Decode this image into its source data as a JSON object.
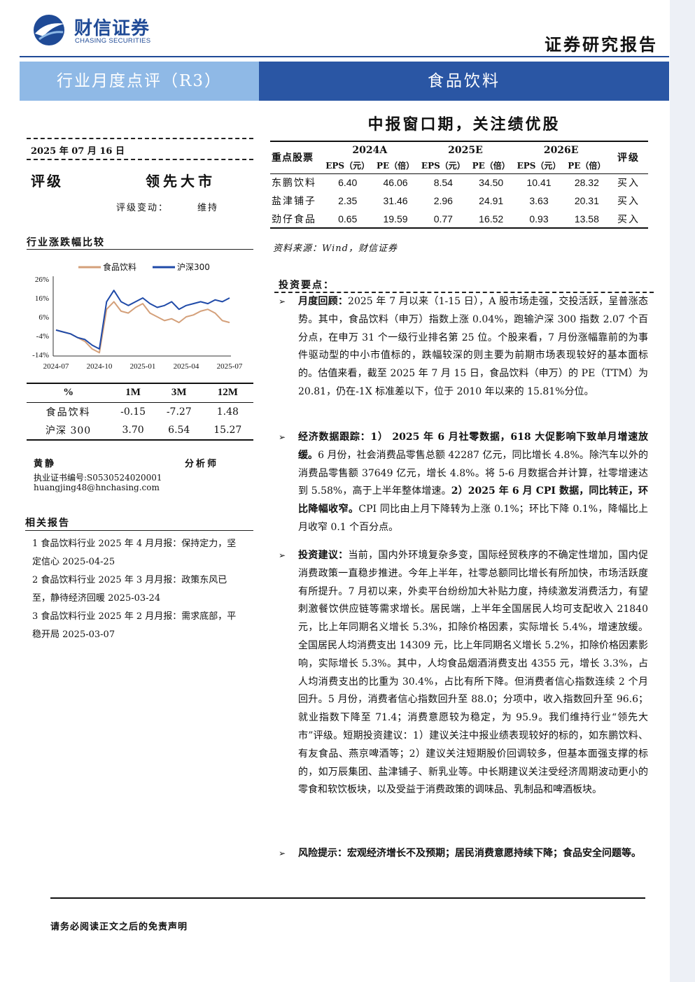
{
  "header": {
    "logo_cn": "财信证券",
    "logo_en": "CHASING SECURITIES",
    "report_kind": "证券研究报告",
    "banner_left": "行业月度点评（R3）",
    "banner_right": "食品饮料",
    "headline": "中报窗口期，关注绩优股"
  },
  "sidebar": {
    "date": "2025 年 07 月 16 日",
    "rating_label": "评级",
    "rating_value": "领先大市",
    "change_label": "评级变动：",
    "change_value": "维持",
    "chart_title": "行业涨跌幅比较",
    "perf_table": {
      "header": [
        "%",
        "1M",
        "3M",
        "12M"
      ],
      "rows": [
        {
          "name": "食品饮料",
          "m1": "-0.15",
          "m3": "-7.27",
          "m12": "1.48"
        },
        {
          "name": "沪深 300",
          "m1": "3.70",
          "m3": "6.54",
          "m12": "15.27"
        }
      ]
    },
    "analyst": {
      "name": "黄静",
      "role": "分析师",
      "cert": "执业证书编号:S0530524020001",
      "email": "huangjing48@hnchasing.com"
    },
    "related_title": "相关报告",
    "related": [
      "1 食品饮料行业 2025 年 4 月月报：保持定力，坚定信心 2025-04-25",
      "2 食品饮料行业 2025 年 3 月月报：政策东风已至，静待经济回暖 2025-03-24",
      "3 食品饮料行业 2025 年 2 月月报：需求底部，平稳开局 2025-03-07"
    ]
  },
  "chart_data": {
    "type": "line",
    "title": "",
    "x_ticks": [
      "2024-07",
      "2024-10",
      "2025-01",
      "2025-04",
      "2025-07"
    ],
    "y_ticks": [
      "26%",
      "16%",
      "6%",
      "-4%",
      "-14%"
    ],
    "ylim": [
      -14,
      26
    ],
    "grid": false,
    "legend_position": "top",
    "series": [
      {
        "name": "食品饮料",
        "color": "#d4a07a",
        "x": [
          0,
          0.5,
          1,
          1.5,
          2,
          2.5,
          3,
          3.5,
          4,
          4.5,
          5,
          5.5,
          6,
          6.5,
          7,
          7.5,
          8,
          8.5,
          9,
          9.5,
          10,
          10.5,
          11,
          11.5,
          12
        ],
        "values": [
          -1,
          -2,
          -3,
          -5,
          -7,
          -11,
          -13,
          10,
          14,
          9,
          8,
          11,
          13,
          8,
          6,
          4,
          5,
          3,
          6,
          7,
          9,
          10,
          8,
          4,
          3
        ]
      },
      {
        "name": "沪深300",
        "color": "#1f4aa8",
        "x": [
          0,
          0.5,
          1,
          1.5,
          2,
          2.5,
          3,
          3.5,
          4,
          4.5,
          5,
          5.5,
          6,
          6.5,
          7,
          7.5,
          8,
          8.5,
          9,
          9.5,
          10,
          10.5,
          11,
          11.5,
          12
        ],
        "values": [
          -1,
          -2,
          -3,
          -5,
          -6,
          -9,
          -11,
          14,
          20,
          14,
          12,
          14,
          16,
          13,
          11,
          12,
          14,
          10,
          12,
          13,
          14,
          13,
          15,
          14,
          16
        ]
      }
    ]
  },
  "stock_table": {
    "label": "重点股票",
    "years": [
      "2024A",
      "2025E",
      "2026E"
    ],
    "rating_head": "评级",
    "eps_label": "EPS（元）",
    "pe_label": "PE（倍）",
    "rows": [
      {
        "name": "东鹏饮料",
        "vals": [
          "6.40",
          "46.06",
          "8.54",
          "34.50",
          "10.41",
          "28.32"
        ],
        "rating": "买入"
      },
      {
        "name": "盐津铺子",
        "vals": [
          "2.35",
          "31.46",
          "2.96",
          "24.91",
          "3.63",
          "20.31"
        ],
        "rating": "买入"
      },
      {
        "name": "劲仔食品",
        "vals": [
          "0.65",
          "19.59",
          "0.77",
          "16.52",
          "0.93",
          "13.58"
        ],
        "rating": "买入"
      }
    ],
    "source": "资料来源：Wind，财信证券"
  },
  "key_points": {
    "title": "投资要点：",
    "arrow": "➢",
    "p1_lead": "月度回顾：",
    "p1_text": "2025 年 7 月以来（1-15 日），A 股市场走强，交投活跃，呈普涨态势。其中，食品饮料（申万）指数上涨 0.04%，跑输沪深 300 指数 2.07 个百分点，在申万 31 个一级行业排名第 25 位。个股来看，7 月份涨幅靠前的为事件驱动型的中小市值标的，跌幅较深的则主要为前期市场表现较好的基本面标的。估值来看，截至 2025 年 7 月 15 日，食品饮料（申万）的 PE（TTM）为 20.81，仍在-1X 标准差以下，位于 2010 年以来的 15.81%分位。",
    "p2_lead": "经济数据跟踪：1） 2025 年 6 月社零数据，618 大促影响下致单月增速放缓。",
    "p2_text1": "6 月份，社会消费品零售总额 42287 亿元，同比增长 4.8%。除汽车以外的消费品零售额 37649 亿元，增长 4.8%。将 5-6 月数据合并计算，社零增速达到 5.58%，高于上半年整体增速。",
    "p2_bold2": "2）2025 年 6 月 CPI 数据，同比转正，环比降幅收窄。",
    "p2_text2": "CPI 同比由上月下降转为上涨 0.1%；环比下降 0.1%，降幅比上月收窄 0.1 个百分点。",
    "p3_lead": "投资建议：",
    "p3_text": "当前，国内外环境复杂多变，国际经贸秩序的不确定性增加，国内促消费政策一直稳步推进。今年上半年，社零总额同比增长有所加快，市场活跃度有所提升。7 月初以来，外卖平台纷纷加大补贴力度，持续激发消费活力，有望刺激餐饮供应链等需求增长。居民端，上半年全国居民人均可支配收入 21840 元，比上年同期名义增长 5.3%，扣除价格因素，实际增长 5.4%，增速放缓。全国居民人均消费支出 14309 元，比上年同期名义增长 5.2%，扣除价格因素影响，实际增长 5.3%。其中，人均食品烟酒消费支出 4355 元，增长 3.3%，占人均消费支出的比重为 30.4%，占比有所下降。但消费者信心指数连续 2 个月回升。5 月份，消费者信心指数回升至 88.0；分项中，收入指数回升至 96.6；就业指数下降至 71.4；消费意愿较为稳定，为 95.9。我们维持行业“领先大市”评级。短期投资建议：1）建议关注中报业绩表现较好的标的，如东鹏饮料、有友食品、燕京啤酒等；2）建议关注短期股价回调较多，但基本面强支撑的标的，如万辰集团、盐津铺子、新乳业等。中长期建议关注受经济周期波动更小的零食和软饮板块，以及受益于消费政策的调味品、乳制品和啤酒板块。",
    "p4_lead": "风险提示：",
    "p4_text": "宏观经济增长不及预期；居民消费意愿持续下降；食品安全问题等。"
  },
  "footer": {
    "disclaimer": "请务必阅读正文之后的免责声明"
  },
  "colors": {
    "brand_blue": "#1f4a96",
    "banner_light": "#8fb9e6",
    "banner_dark": "#2a56a4"
  }
}
